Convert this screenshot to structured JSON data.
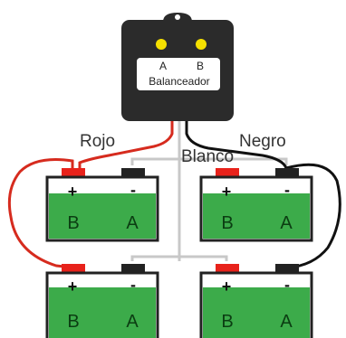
{
  "device": {
    "label": "Balanceador",
    "led_a_label": "A",
    "led_b_label": "B",
    "led_color": "#f5e000",
    "body_color": "#2b2b2b"
  },
  "wires": {
    "red_label": "Rojo",
    "white_label": "Blanco",
    "black_label": "Negro",
    "red_color": "#d62b1e",
    "white_color": "#c8c8c8",
    "black_color": "#111111"
  },
  "battery": {
    "plus": "+",
    "minus": "-",
    "letter_left": "B",
    "letter_right": "A",
    "fill_color": "#3cab4a",
    "pos_terminal_color": "#e8221b",
    "neg_terminal_color": "#222222"
  }
}
